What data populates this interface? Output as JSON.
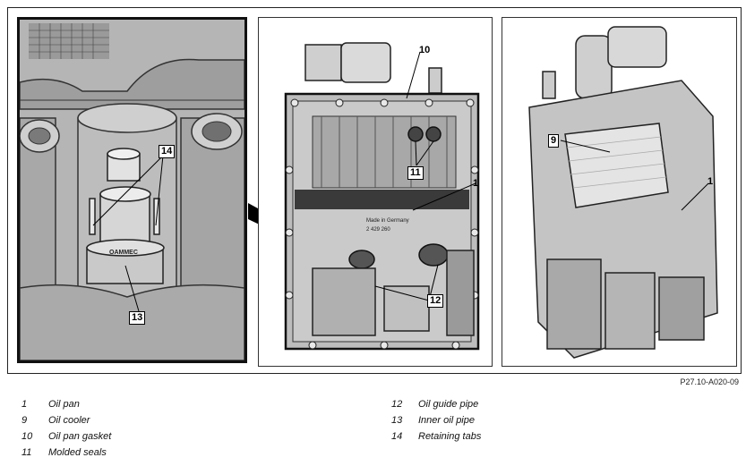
{
  "figure_code": "P27.10-A020-09",
  "callouts": {
    "c1_mid": "1",
    "c1_right": "1",
    "c9": "9",
    "c10": "10",
    "c11": "11",
    "c12": "12",
    "c13": "13",
    "c14": "14"
  },
  "legend": [
    {
      "num": "1",
      "text": "Oil pan"
    },
    {
      "num": "9",
      "text": "Oil cooler"
    },
    {
      "num": "10",
      "text": "Oil pan gasket"
    },
    {
      "num": "11",
      "text": "Molded seals"
    },
    {
      "num": "12",
      "text": "Oil guide pipe"
    },
    {
      "num": "13",
      "text": "Inner oil pipe"
    },
    {
      "num": "14",
      "text": "Retaining tabs"
    }
  ],
  "part_labels": {
    "stamp_line1": "Made in Germany",
    "stamp_line2": "2 429 260"
  },
  "colors": {
    "metal_light": "#d9d9d9",
    "metal_mid": "#a9a9a9",
    "metal_dark": "#5a5a5a",
    "outline": "#1a1a1a"
  }
}
